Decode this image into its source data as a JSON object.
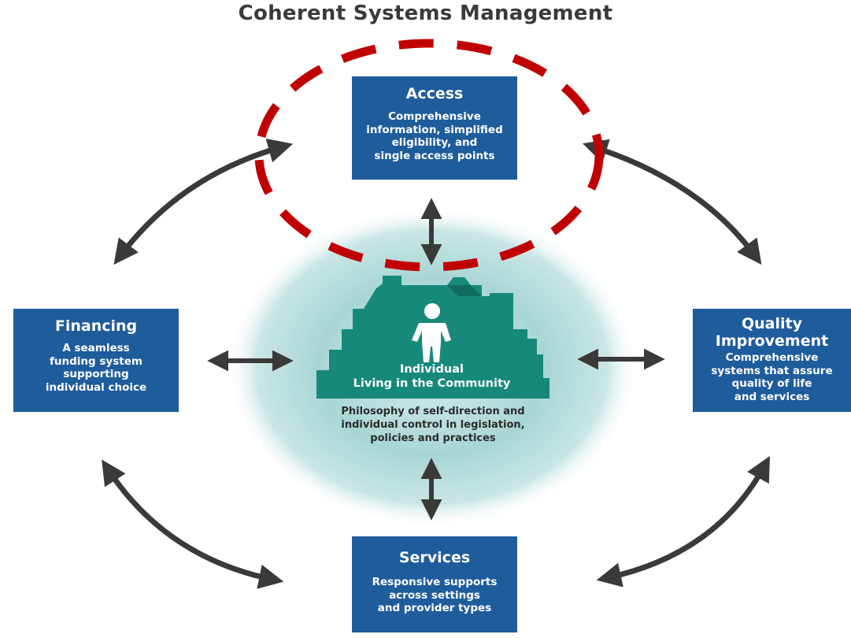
{
  "title": "Coherent Systems Management",
  "access": {
    "heading": "Access",
    "text": "Comprehensive\ninformation, simplified\neligibility, and\nsingle access points"
  },
  "financing": {
    "heading": "Financing",
    "text": "A seamless\nfunding system\nsupporting\nindividual choice"
  },
  "quality": {
    "heading": "Quality\nImprovement",
    "text": "Comprehensive\nsystems that assure\nquality of life\nand services"
  },
  "services": {
    "heading": "Services",
    "text": "Responsive supports\nacross settings\nand provider types"
  },
  "center": {
    "label_line1": "Individual",
    "label_line2": "Living in the Community",
    "philosophy": "Philosophy of self-direction and\nindividual control in legislation,\npolicies and practices"
  },
  "colors": {
    "box": "#1f5c9c",
    "house": "#17897a",
    "glow": "#8fc8c6",
    "arrow": "#3a3a3a",
    "highlight_ellipse": "#c00000"
  }
}
